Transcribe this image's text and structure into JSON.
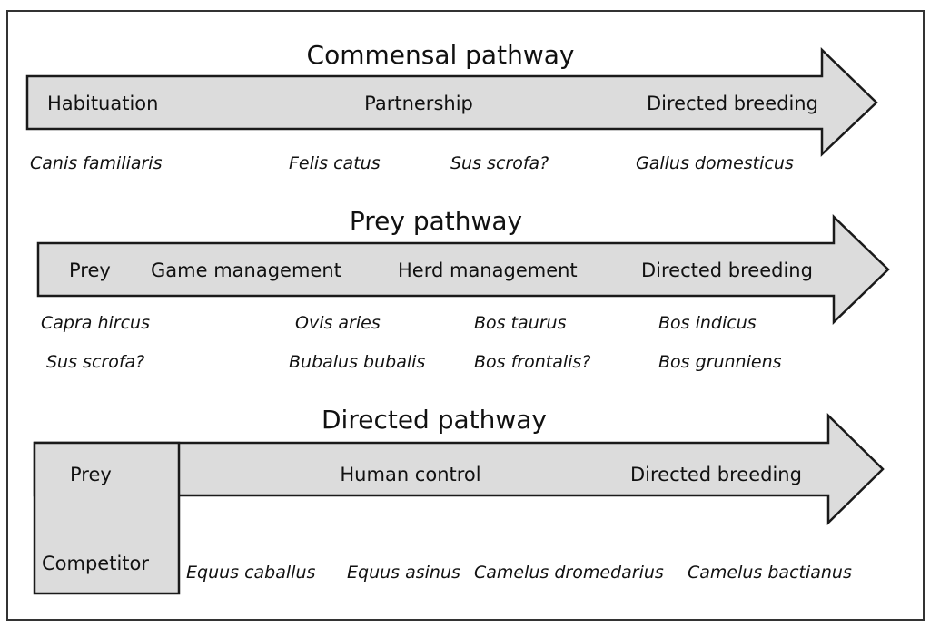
{
  "colors": {
    "arrow_fill": "#dcdcdc",
    "stroke": "#1a1a1a",
    "text": "#111111"
  },
  "pathways": [
    {
      "title": "Commensal pathway",
      "stages": [
        "Habituation",
        "Partnership",
        "Directed breeding"
      ],
      "species_rows": [
        [
          "Canis familiaris",
          "Felis catus",
          "Sus scrofa?",
          "Gallus domesticus"
        ]
      ]
    },
    {
      "title": "Prey pathway",
      "stages": [
        "Prey",
        "Game management",
        "Herd management",
        "Directed breeding"
      ],
      "species_rows": [
        [
          "Capra hircus",
          "Ovis aries",
          "Bos taurus",
          "Bos indicus"
        ],
        [
          "Sus scrofa?",
          "Bubalus bubalis",
          "Bos frontalis?",
          "Bos grunniens"
        ]
      ]
    },
    {
      "title": "Directed pathway",
      "box_labels": [
        "Prey",
        "Competitor"
      ],
      "stages": [
        "Human control",
        "Directed breeding"
      ],
      "species_rows": [
        [
          "Equus caballus",
          "Equus asinus",
          "Camelus dromedarius",
          "Camelus bactianus"
        ]
      ]
    }
  ]
}
